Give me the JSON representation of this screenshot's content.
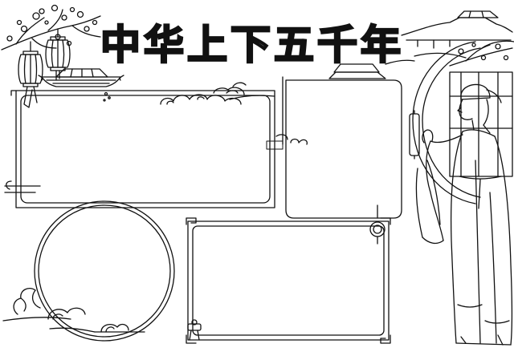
{
  "title": "中华上下五千年",
  "colors": {
    "line": "#111111",
    "paper": "#ffffff"
  },
  "icons": [
    "plum-blossom-branch",
    "lantern-icon",
    "lantern-icon",
    "pagoda-roof",
    "cloud-motif",
    "scholar-figure",
    "round-window"
  ]
}
